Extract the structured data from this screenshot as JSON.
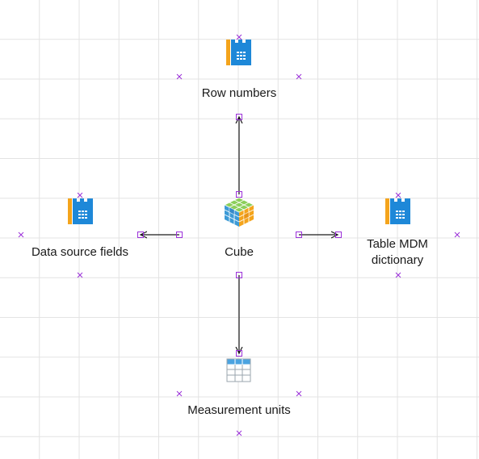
{
  "diagram": {
    "nodes": {
      "row_numbers": {
        "label": "Row numbers",
        "icon": "dictionary-icon"
      },
      "cube": {
        "label": "Cube",
        "icon": "cube-icon"
      },
      "data_source_fields": {
        "label": "Data source fields",
        "icon": "dictionary-icon"
      },
      "table_mdm": {
        "label_line1": "Table MDM",
        "label_line2": "dictionary",
        "icon": "dictionary-icon"
      },
      "measurement_units": {
        "label": "Measurement units",
        "icon": "table-icon"
      }
    },
    "edges": [
      {
        "from": "cube",
        "to": "row_numbers"
      },
      {
        "from": "cube",
        "to": "data_source_fields"
      },
      {
        "from": "cube",
        "to": "table_mdm"
      },
      {
        "from": "cube",
        "to": "measurement_units"
      }
    ],
    "colors": {
      "grid": "#e3e3e3",
      "selection_handle": "#9b30d9",
      "connector": "#1a1a1a",
      "dictionary_blue": "#1e88d8",
      "dictionary_orange": "#f4a41c"
    }
  }
}
